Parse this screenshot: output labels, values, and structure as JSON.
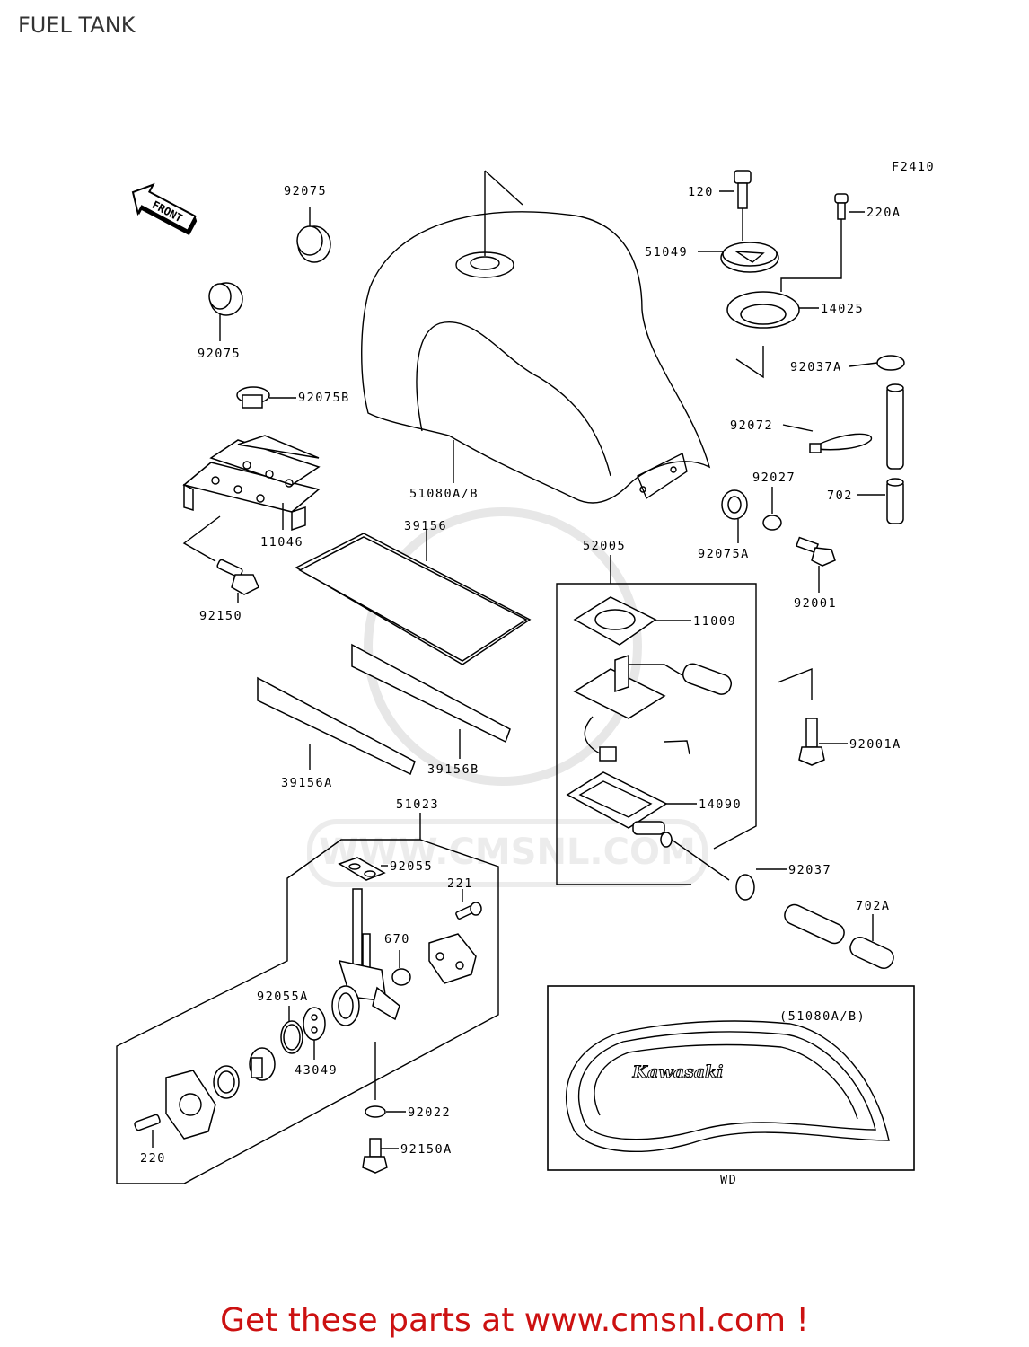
{
  "page": {
    "title": "FUEL TANK",
    "footer": "Get these parts at www.cmsnl.com !"
  },
  "diagram": {
    "code": "F2410",
    "front_arrow": "FRONT",
    "inset_ref": "(51080A/B)",
    "inset_brand": "Kawasaki",
    "inset_note": "WD",
    "watermark": "WWW.CMSNL.COM",
    "parts": {
      "p120": "120",
      "p220A": "220A",
      "p51049": "51049",
      "p14025": "14025",
      "p92037A": "92037A",
      "p92072": "92072",
      "p702": "702",
      "p92027": "92027",
      "p92075A": "92075A",
      "p92001": "92001",
      "p52005": "52005",
      "p11009": "11009",
      "p92001A": "92001A",
      "p14090": "14090",
      "p92037": "92037",
      "p702A": "702A",
      "p92075_top": "92075",
      "p92075_left": "92075",
      "p92075B": "92075B",
      "p51080AB": "51080A/B",
      "p11046": "11046",
      "p39156": "39156",
      "p92150": "92150",
      "p39156A": "39156A",
      "p39156B": "39156B",
      "p51023": "51023",
      "p92055": "92055",
      "p221": "221",
      "p670": "670",
      "p92055A": "92055A",
      "p43049": "43049",
      "p92022": "92022",
      "p92150A": "92150A",
      "p220": "220"
    }
  }
}
